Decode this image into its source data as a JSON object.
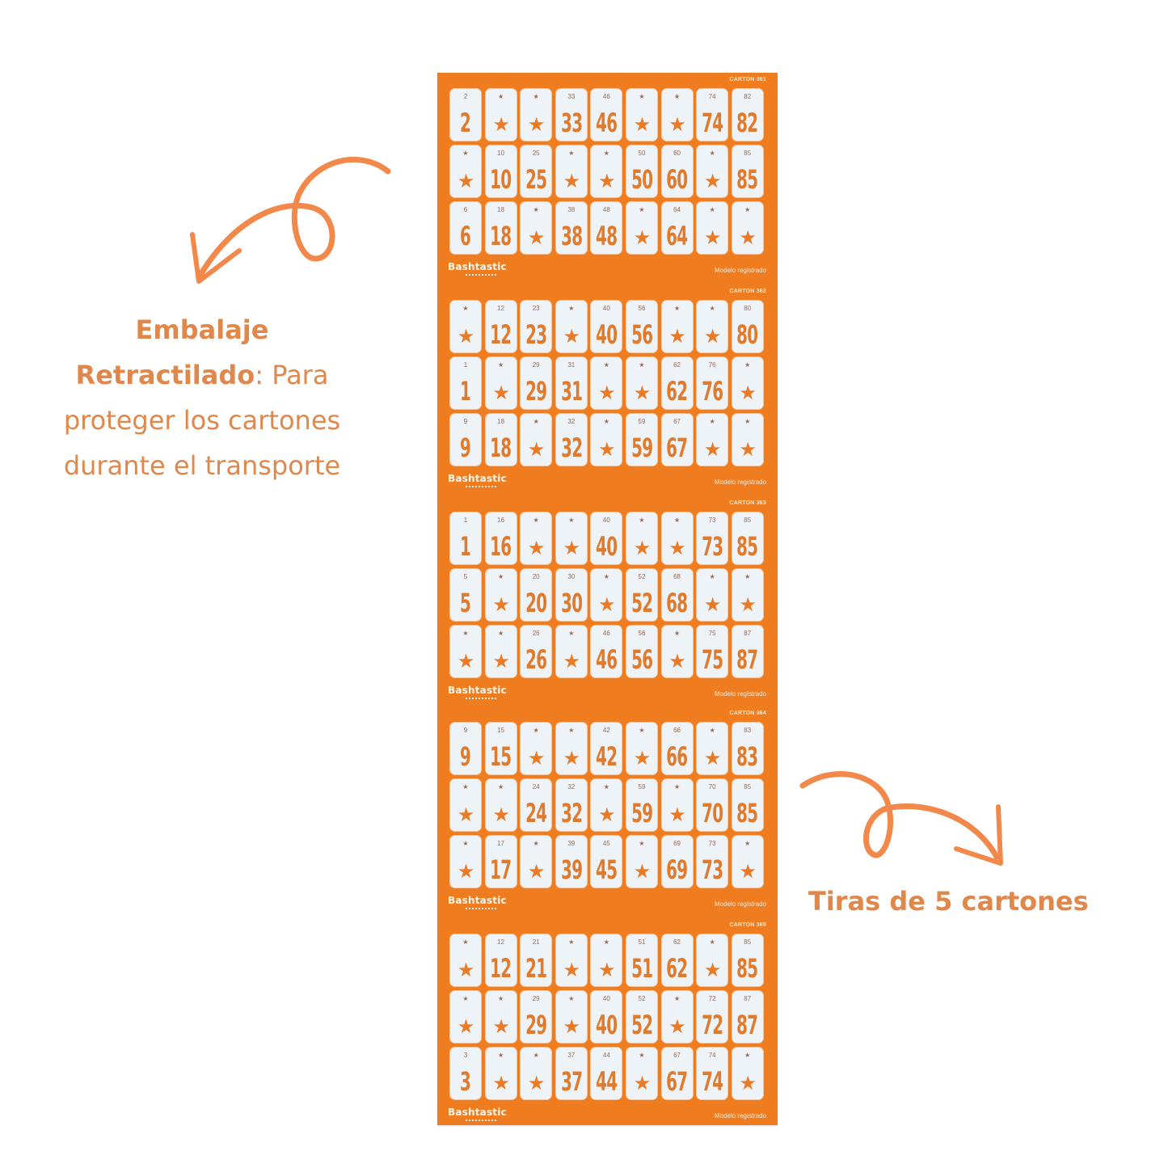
{
  "annotations": {
    "left": {
      "bold_line1": "Embalaje",
      "bold_line2": "Retractilado",
      "rest": ": Para proteger los cartones durante el transporte"
    },
    "right": {
      "text": "Tiras de 5 cartones"
    }
  },
  "colors": {
    "strip_orange": "#ef7d1f",
    "cell_bg": "#eef3f8",
    "annotation_text": "#e0874b",
    "arrow": "#f2884a"
  },
  "strip": {
    "brand": "Bashtastic",
    "registered": "Modelo registrado",
    "star_symbol": "★",
    "cartons": [
      {
        "label": "CARTON 361",
        "rows": [
          [
            "2",
            "★",
            "★",
            "33",
            "46",
            "★",
            "★",
            "74",
            "82"
          ],
          [
            "★",
            "10",
            "25",
            "★",
            "★",
            "50",
            "60",
            "★",
            "85"
          ],
          [
            "6",
            "18",
            "★",
            "38",
            "48",
            "★",
            "64",
            "★",
            "★"
          ]
        ]
      },
      {
        "label": "CARTON 362",
        "rows": [
          [
            "★",
            "12",
            "23",
            "★",
            "40",
            "56",
            "★",
            "★",
            "80"
          ],
          [
            "1",
            "★",
            "29",
            "31",
            "★",
            "★",
            "62",
            "76",
            "★"
          ],
          [
            "9",
            "18",
            "★",
            "32",
            "★",
            "59",
            "67",
            "★",
            "★"
          ]
        ]
      },
      {
        "label": "CARTON 363",
        "rows": [
          [
            "1",
            "16",
            "★",
            "★",
            "40",
            "★",
            "★",
            "73",
            "85"
          ],
          [
            "5",
            "★",
            "20",
            "30",
            "★",
            "52",
            "68",
            "★",
            "★"
          ],
          [
            "★",
            "★",
            "26",
            "★",
            "46",
            "56",
            "★",
            "75",
            "87"
          ]
        ]
      },
      {
        "label": "CARTON 364",
        "rows": [
          [
            "9",
            "15",
            "★",
            "★",
            "42",
            "★",
            "66",
            "★",
            "83"
          ],
          [
            "★",
            "★",
            "24",
            "32",
            "★",
            "59",
            "★",
            "70",
            "85"
          ],
          [
            "★",
            "17",
            "★",
            "39",
            "45",
            "★",
            "69",
            "73",
            "★"
          ]
        ]
      },
      {
        "label": "CARTON 365",
        "rows": [
          [
            "★",
            "12",
            "21",
            "★",
            "★",
            "51",
            "62",
            "★",
            "85"
          ],
          [
            "★",
            "★",
            "29",
            "★",
            "40",
            "52",
            "★",
            "72",
            "87"
          ],
          [
            "3",
            "★",
            "★",
            "37",
            "44",
            "★",
            "67",
            "74",
            "★"
          ]
        ]
      }
    ]
  }
}
